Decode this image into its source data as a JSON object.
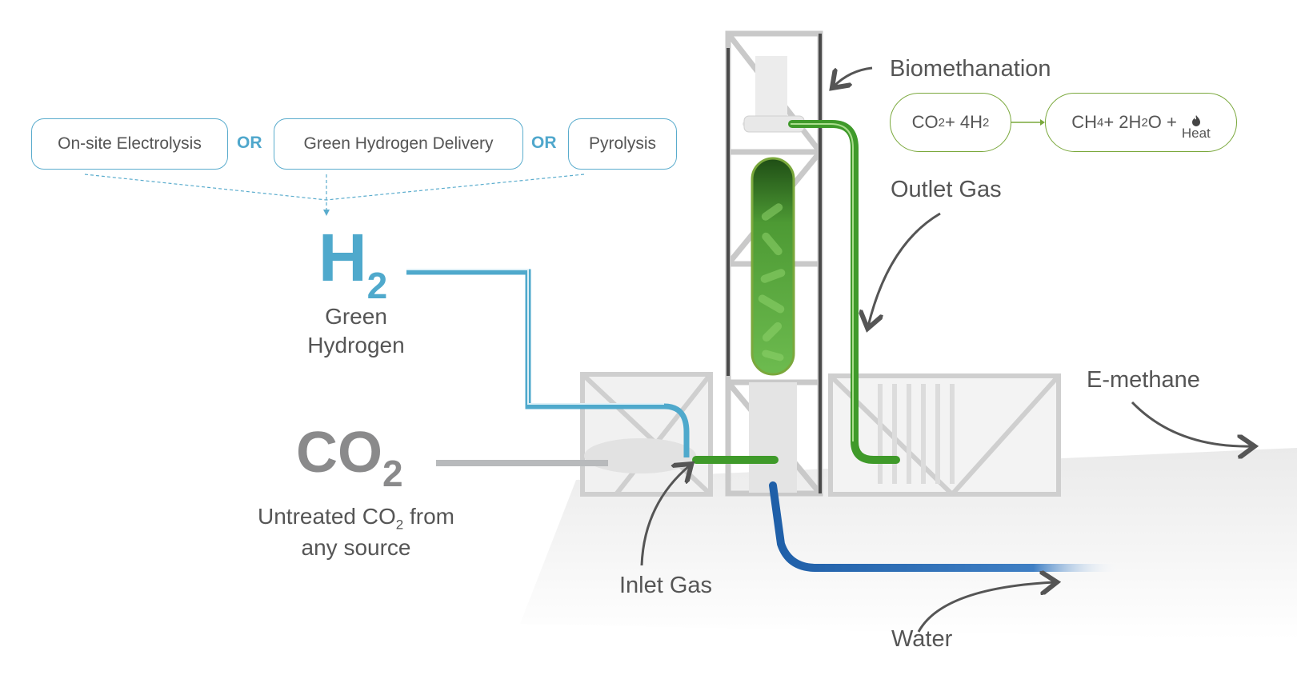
{
  "hydrogen_sources": {
    "options": [
      "On-site Electrolysis",
      "Green Hydrogen Delivery",
      "Pyrolysis"
    ],
    "separator": "OR"
  },
  "inputs": {
    "h2": {
      "symbol": "H",
      "subscript": "2",
      "caption_line1": "Green",
      "caption_line2": "Hydrogen",
      "color": "#4fa9cc"
    },
    "co2": {
      "symbol": "CO",
      "subscript": "2",
      "caption_line1_pre": "Untreated CO",
      "caption_line1_sub": "2",
      "caption_line1_post": " from",
      "caption_line2": "any source",
      "color": "#8a8a8b"
    }
  },
  "reaction": {
    "title": "Biomethanation",
    "reactants": {
      "a": "CO",
      "a_sub": "2",
      "plus": " + 4H",
      "b_sub": "2"
    },
    "products": {
      "a": "CH",
      "a_sub": "4",
      "b": " + 2H",
      "b_sub": "2",
      "c": "O + ",
      "heat_label": "Heat"
    },
    "border_color": "#7aa83c"
  },
  "callouts": {
    "outlet_gas": "Outlet Gas",
    "inlet_gas": "Inlet Gas",
    "e_methane": "E-methane",
    "water": "Water"
  },
  "pipe_colors": {
    "hydrogen": "#4fa9cc",
    "co2": "#b8babc",
    "biogas": "#3f9a2a",
    "e_methane": "#f2c318",
    "water": "#1f5fa8"
  }
}
